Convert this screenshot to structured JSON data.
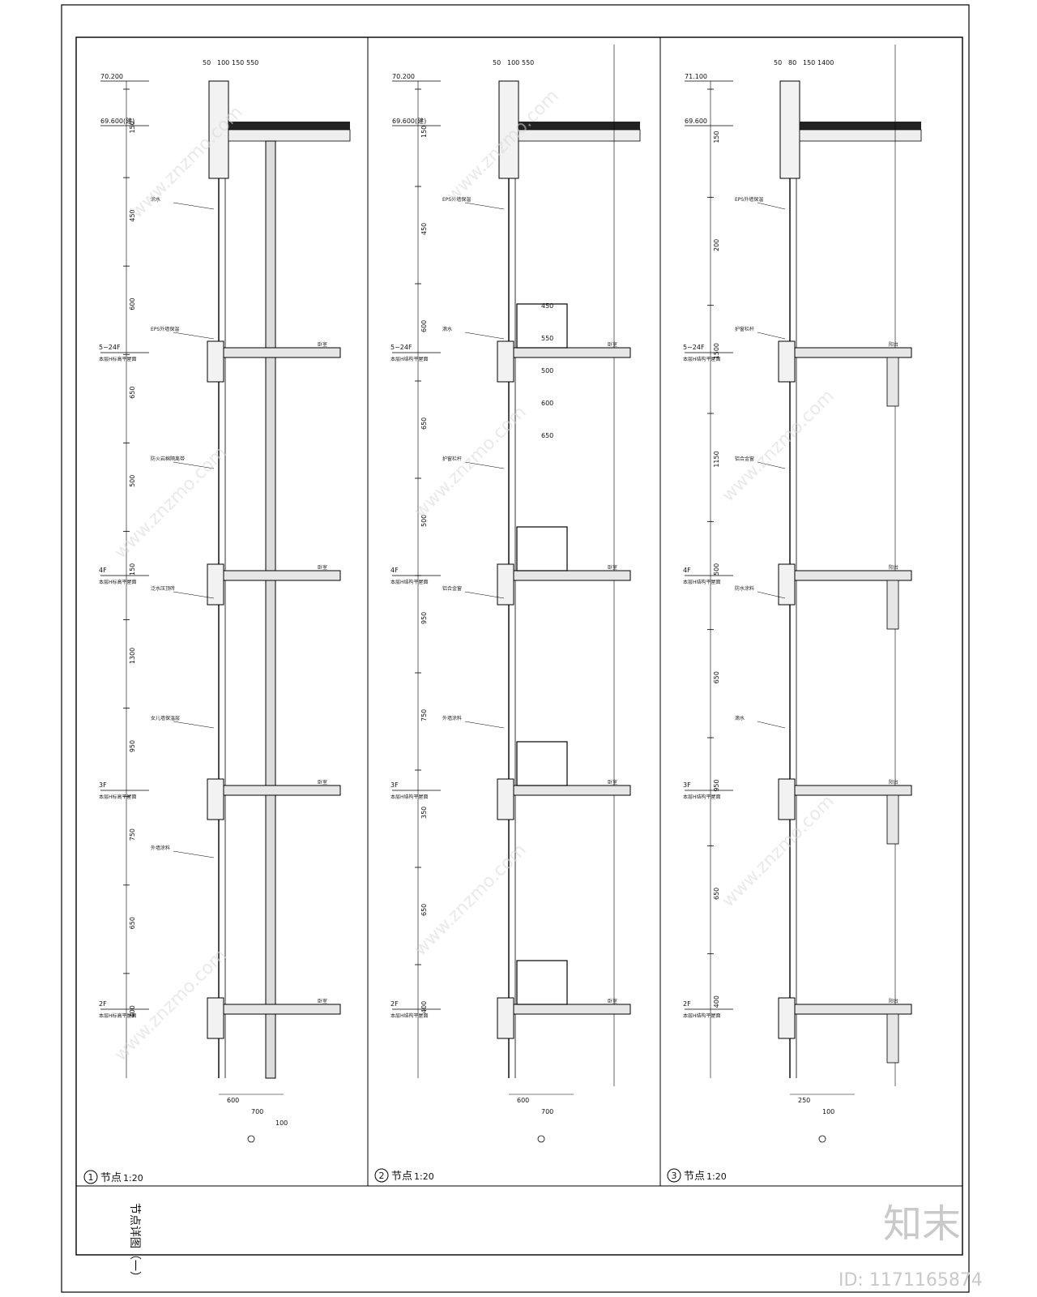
{
  "sheet": {
    "title": "节点详图（一）"
  },
  "panels": [
    {
      "id": "1",
      "title": "节点",
      "scale": "1:20",
      "top_elev": "70.200",
      "roof_elev": "69.600(建)",
      "top_dims": [
        "50",
        "100",
        "150",
        "550"
      ],
      "levels": [
        "5~24F",
        "4F",
        "3F",
        "2F"
      ],
      "level_note": "本层H标高平屋面",
      "room": "卧室",
      "bottom_dims": [
        "600",
        "700",
        "100"
      ],
      "side_dims": [
        "150",
        "450",
        "600",
        "650",
        "500",
        "150",
        "1300",
        "950",
        "750",
        "650",
        "400"
      ],
      "notes": [
        "滴水",
        "EPS外墙保温",
        "防火岩棉隔离带",
        "泛水压顶砖",
        "女儿墙保温层",
        "外墙涂料"
      ]
    },
    {
      "id": "2",
      "title": "节点",
      "scale": "1:20",
      "top_elev": "70.200",
      "roof_elev": "69.600(建)",
      "top_dims": [
        "50",
        "100",
        "550"
      ],
      "levels": [
        "5~24F",
        "4F",
        "3F",
        "2F"
      ],
      "level_note": "本层H结构平屋面",
      "room": "卧室",
      "bottom_dims": [
        "600",
        "700"
      ],
      "side_dims": [
        "150",
        "450",
        "600",
        "650",
        "500",
        "950",
        "750",
        "350",
        "650",
        "400"
      ],
      "notes": [
        "EPS外墙保温",
        "滴水",
        "护窗栏杆",
        "铝合金窗",
        "外墙涂料"
      ],
      "inner_dims": [
        "450",
        "550",
        "500",
        "600",
        "650"
      ]
    },
    {
      "id": "3",
      "title": "节点",
      "scale": "1:20",
      "top_elev": "71.100",
      "roof_elev": "69.600",
      "top_dims": [
        "50",
        "80",
        "150",
        "1400"
      ],
      "levels": [
        "5~24F",
        "4F",
        "3F",
        "2F"
      ],
      "level_note": "本层H结构平屋面",
      "room": "阳台",
      "bottom_dims": [
        "250",
        "100"
      ],
      "side_dims": [
        "150",
        "200",
        "1500",
        "1150",
        "500",
        "650",
        "950",
        "650",
        "400"
      ],
      "notes": [
        "EPS外墙保温",
        "护窗栏杆",
        "铝合金窗",
        "防水涂料",
        "滴水"
      ]
    }
  ],
  "watermark": {
    "url": "www.znzmo.com",
    "brand": "知末",
    "id_label": "ID: 1171165874"
  }
}
